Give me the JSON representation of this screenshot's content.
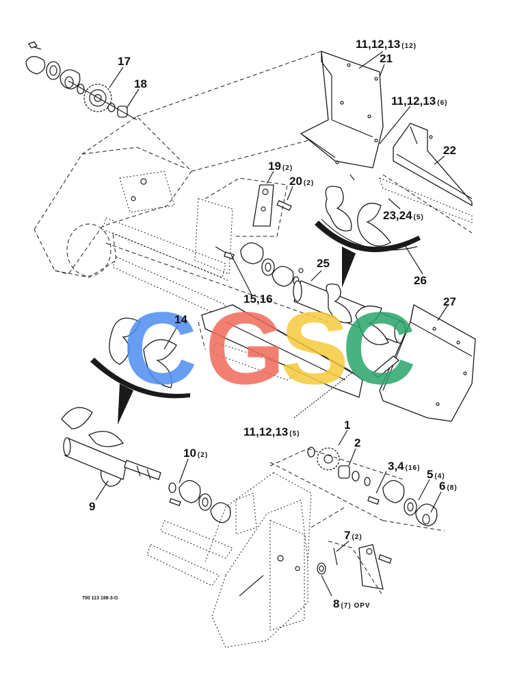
{
  "drawing_number": "700 113 198-3-G",
  "watermark": {
    "letters": [
      "C",
      "G",
      "S",
      "C"
    ],
    "colors": [
      "#4d8ef0",
      "#ef6a5a",
      "#f6c93b",
      "#2aa56b"
    ]
  },
  "callouts": [
    {
      "id": "c17",
      "label": "17",
      "qty": ""
    },
    {
      "id": "c18",
      "label": "18",
      "qty": ""
    },
    {
      "id": "c111213a",
      "label": "11,12,13",
      "qty": "(12)"
    },
    {
      "id": "c21",
      "label": "21",
      "qty": ""
    },
    {
      "id": "c111213b",
      "label": "11,12,13",
      "qty": "(6)"
    },
    {
      "id": "c22",
      "label": "22",
      "qty": ""
    },
    {
      "id": "c19",
      "label": "19",
      "qty": "(2)"
    },
    {
      "id": "c20",
      "label": "20",
      "qty": "(2)"
    },
    {
      "id": "c2324",
      "label": "23,24",
      "qty": "(5)"
    },
    {
      "id": "c25",
      "label": "25",
      "qty": ""
    },
    {
      "id": "c26",
      "label": "26",
      "qty": ""
    },
    {
      "id": "c1516",
      "label": "15,16",
      "qty": ""
    },
    {
      "id": "c27",
      "label": "27",
      "qty": ""
    },
    {
      "id": "c14",
      "label": "14",
      "qty": ""
    },
    {
      "id": "c111213c",
      "label": "11,12,13",
      "qty": "(5)"
    },
    {
      "id": "c1",
      "label": "1",
      "qty": ""
    },
    {
      "id": "c2",
      "label": "2",
      "qty": ""
    },
    {
      "id": "c10",
      "label": "10",
      "qty": "(2)"
    },
    {
      "id": "c34",
      "label": "3,4",
      "qty": "(16)"
    },
    {
      "id": "c5",
      "label": "5",
      "qty": "(4)"
    },
    {
      "id": "c6",
      "label": "6",
      "qty": "(8)"
    },
    {
      "id": "c9",
      "label": "9",
      "qty": ""
    },
    {
      "id": "c7",
      "label": "7",
      "qty": "(2)"
    },
    {
      "id": "c8",
      "label": "8",
      "qty": "(7) OPV"
    }
  ]
}
